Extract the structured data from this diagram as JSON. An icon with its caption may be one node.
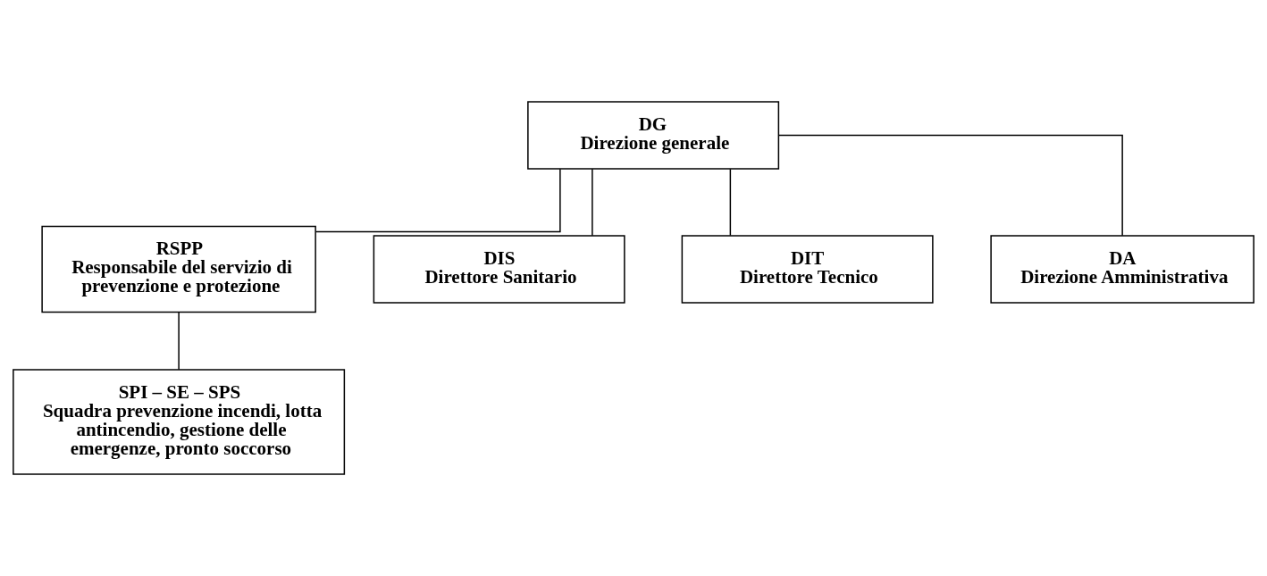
{
  "diagram": {
    "nodes": [
      {
        "text": [
          "DG",
          "Direzione generale"
        ]
      },
      {
        "text": [
          "RSPP",
          "Responsabile del servizio di prevenzione e protezione"
        ]
      },
      {
        "text": [
          "SPI – SE – SPS",
          "Squadra prevenzione incendi, lotta antincendio, gestione delle emergenze, pronto soccorso"
        ]
      },
      {
        "text": [
          "DIS",
          "Direttore Sanitario"
        ]
      },
      {
        "text": [
          "DIT",
          "Direttore Tecnico"
        ]
      },
      {
        "text": [
          "DA",
          "Direzione Amministrativa"
        ]
      }
    ],
    "edges": [
      {
        "from": 0,
        "to": 1,
        "arrow": "none"
      },
      {
        "from": 1,
        "to": 2,
        "arrow": "none"
      },
      {
        "from": 0,
        "to": 3,
        "arrow": "none"
      },
      {
        "from": 0,
        "to": 4,
        "arrow": "none"
      },
      {
        "from": 0,
        "to": 5,
        "arrow": "none"
      }
    ]
  }
}
